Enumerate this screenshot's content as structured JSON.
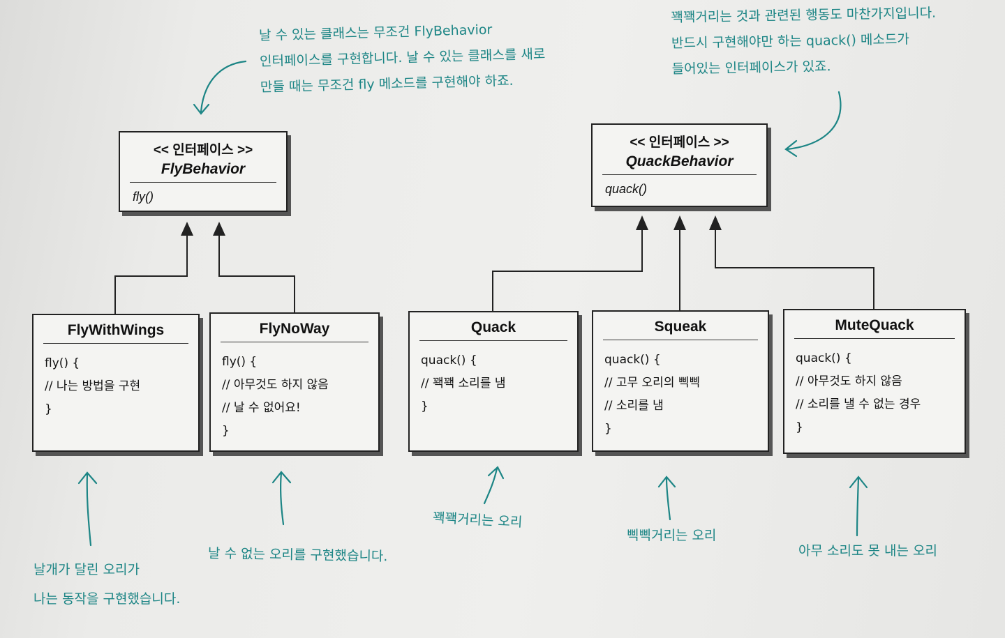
{
  "interfaces": [
    {
      "stereotype": "<< 인터페이스 >>",
      "name": "FlyBehavior",
      "method": "fly()"
    },
    {
      "stereotype": "<< 인터페이스 >>",
      "name": "QuackBehavior",
      "method": "quack()"
    }
  ],
  "classes": [
    {
      "name": "FlyWithWings",
      "lines": [
        "fly() {",
        "// 나는 방법을 구현",
        "}"
      ]
    },
    {
      "name": "FlyNoWay",
      "lines": [
        "fly() {",
        "// 아무것도 하지 않음",
        "// 날 수 없어요!",
        "}"
      ]
    },
    {
      "name": "Quack",
      "lines": [
        "quack() {",
        "// 꽥꽥 소리를 냄",
        "}"
      ]
    },
    {
      "name": "Squeak",
      "lines": [
        "quack() {",
        "// 고무 오리의 삑삑",
        "// 소리를 냄",
        "}"
      ]
    },
    {
      "name": "MuteQuack",
      "lines": [
        "quack() {",
        "// 아무것도 하지 않음",
        "// 소리를 낼 수 없는 경우",
        "}"
      ]
    }
  ],
  "notes": {
    "fly_interface": [
      "날 수 있는 클래스는 무조건 FlyBehavior",
      "인터페이스를 구현합니다. 날 수 있는 클래스를 새로",
      "만들 때는 무조건 fly 메소드를 구현해야 하죠."
    ],
    "quack_interface": [
      "꽥꽥거리는 것과 관련된 행동도 마찬가지입니다.",
      "반드시 구현해야만 하는 quack() 메소드가",
      "들어있는 인터페이스가 있죠."
    ],
    "fly_with_wings": [
      "날개가 달린 오리가",
      "나는 동작을 구현했습니다."
    ],
    "fly_no_way": [
      "날 수 없는 오리를 구현했습니다."
    ],
    "quack": [
      "꽥꽥거리는 오리"
    ],
    "squeak": [
      "삑삑거리는 오리"
    ],
    "mute_quack": [
      "아무 소리도 못 내는 오리"
    ]
  },
  "colors": {
    "annotation": "#1c8585",
    "box_border": "#222222",
    "box_fill": "#f4f4f2"
  }
}
